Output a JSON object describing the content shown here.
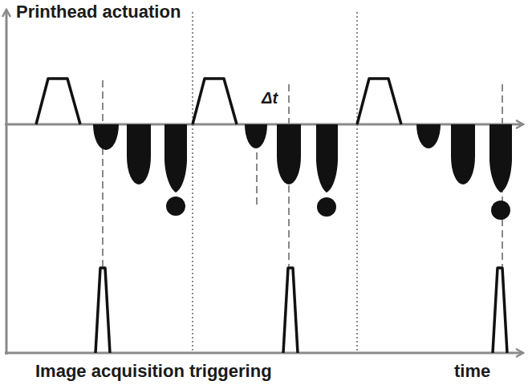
{
  "diagram": {
    "labels": [
      "Printhead actuation",
      "Δt",
      "Image acquisition triggering",
      "time"
    ]
  }
}
